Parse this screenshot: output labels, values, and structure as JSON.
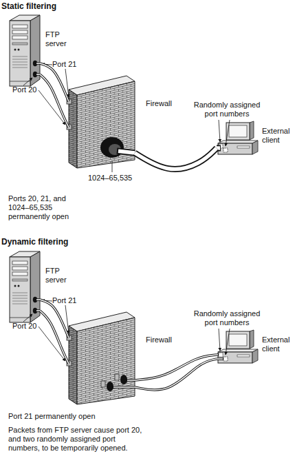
{
  "diagram": {
    "nodes": [
      {
        "text": [
          "FTP server"
        ]
      },
      {
        "text": [
          "Firewall"
        ]
      },
      {
        "text": [
          "External client"
        ]
      },
      {
        "text": [
          "FTP server"
        ]
      },
      {
        "text": [
          "Firewall"
        ]
      },
      {
        "text": [
          "External client"
        ]
      }
    ],
    "edges": [
      {
        "from": 0,
        "to": 1,
        "arrow": "none"
      },
      {
        "from": 0,
        "to": 1,
        "arrow": "none"
      },
      {
        "from": 1,
        "to": 2,
        "arrow": "none"
      },
      {
        "from": 3,
        "to": 4,
        "arrow": "none"
      },
      {
        "from": 3,
        "to": 4,
        "arrow": "none"
      },
      {
        "from": 4,
        "to": 5,
        "arrow": "none"
      },
      {
        "from": 4,
        "to": 5,
        "arrow": "none"
      }
    ],
    "labels": [
      "Static filtering",
      "Port 21",
      "Port 20",
      "Randomly assigned port numbers",
      "1024–65,535",
      "Ports 20, 21, and 1024–65,535 permanently open",
      "Dynamic filtering",
      "Port 21",
      "Port 20",
      "Randomly assigned port numbers",
      "Port 21 permanently open",
      "Packets from FTP server cause port 20, and two randomly assigned port numbers, to be temporarily opened."
    ]
  }
}
